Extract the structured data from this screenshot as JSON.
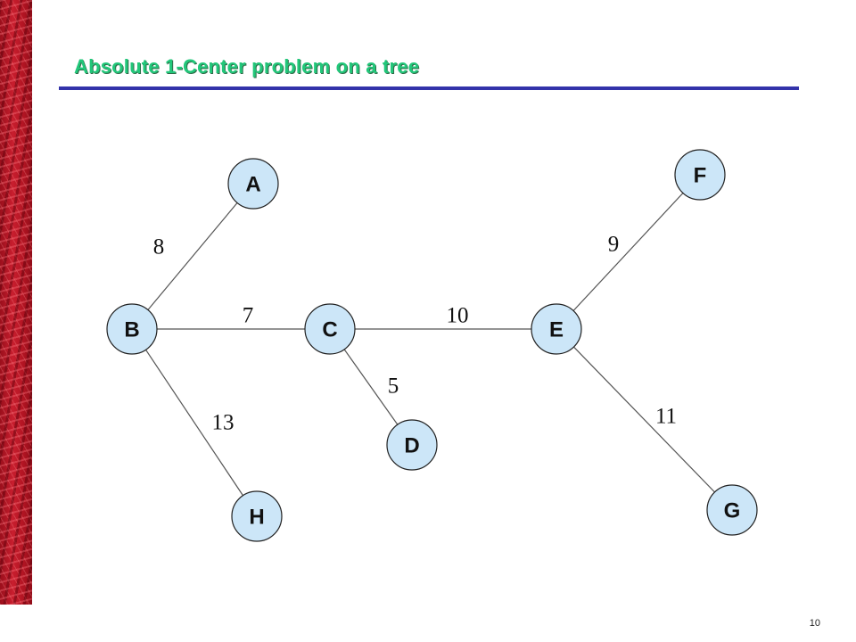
{
  "slide": {
    "title": "Absolute 1-Center problem on a tree",
    "page_number": "10"
  },
  "colors": {
    "title": "#22c77a",
    "title_rule": "#3333aa",
    "node_fill": "#cce6f8",
    "side_bar": "#c81e2e"
  },
  "tree": {
    "nodes": [
      {
        "id": "A",
        "label": "A"
      },
      {
        "id": "B",
        "label": "B"
      },
      {
        "id": "C",
        "label": "C"
      },
      {
        "id": "D",
        "label": "D"
      },
      {
        "id": "E",
        "label": "E"
      },
      {
        "id": "F",
        "label": "F"
      },
      {
        "id": "G",
        "label": "G"
      },
      {
        "id": "H",
        "label": "H"
      }
    ],
    "edges": [
      {
        "from": "B",
        "to": "A",
        "weight": "8"
      },
      {
        "from": "B",
        "to": "C",
        "weight": "7"
      },
      {
        "from": "B",
        "to": "H",
        "weight": "13"
      },
      {
        "from": "C",
        "to": "E",
        "weight": "10"
      },
      {
        "from": "C",
        "to": "D",
        "weight": "5"
      },
      {
        "from": "E",
        "to": "F",
        "weight": "9"
      },
      {
        "from": "E",
        "to": "G",
        "weight": "11"
      }
    ]
  }
}
